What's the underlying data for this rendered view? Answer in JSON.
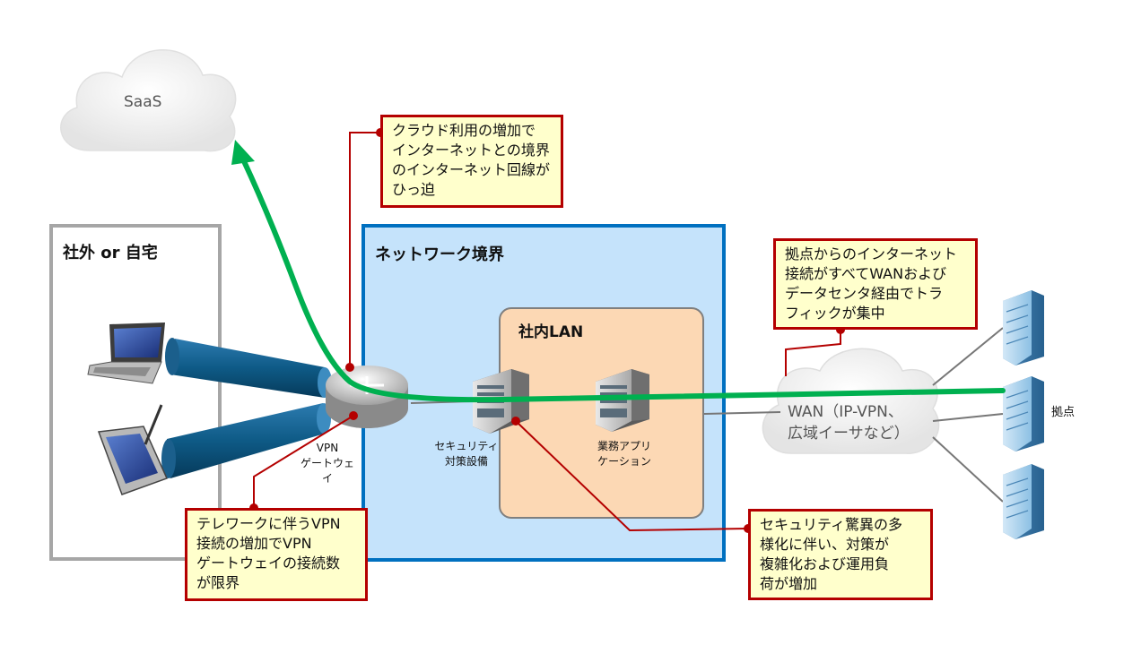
{
  "zones": {
    "remote": "社外 or 自宅",
    "network_boundary": "ネットワーク境界",
    "internal_lan": "社内LAN"
  },
  "nodes": {
    "saas": "SaaS",
    "vpn_gateway": "VPN\nゲートウェイ",
    "security_device": "セキュリティ\n対策設備",
    "business_app": "業務アプリ\nケーション",
    "wan": "WAN（IP-VPN、\n広域イーサなど）",
    "branch": "拠点"
  },
  "callouts": {
    "cloud_usage": "クラウド利用の増加で\nインターネットとの境界\nのインターネット回線が\nひっ迫",
    "branch_traffic": "拠点からのインターネット\n接続がすべてWANおよび\nデータセンタ経由でトラ\nフィックが集中",
    "telework_vpn": "テレワークに伴うVPN\n接続の増加でVPN\nゲートウェイの接続数\nが限界",
    "security_threats": "セキュリティ驚異の多\n様化に伴い、対策が\n複雑化および運用負\n荷が増加"
  },
  "colors": {
    "traffic_line": "#00b050",
    "callout_border": "#b40000",
    "callout_fill": "#ffffcc",
    "network_boundary_border": "#0070c0",
    "network_boundary_fill": "#c5e3fb",
    "internal_lan_fill": "#fcd8b4",
    "remote_border": "#a6a6a6"
  }
}
